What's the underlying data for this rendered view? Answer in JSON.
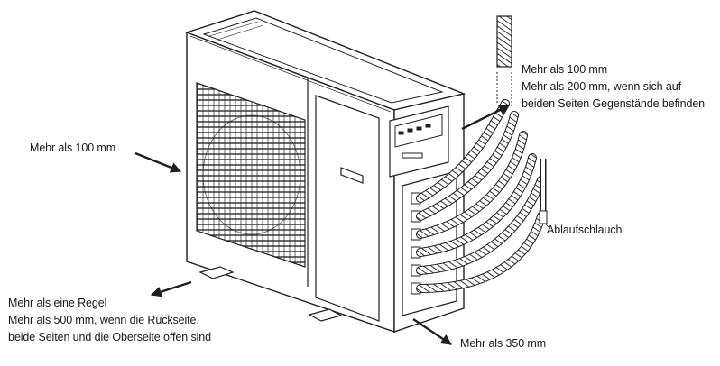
{
  "annotations": {
    "left": "Mehr als 100 mm",
    "top_right_1": "Mehr als 100 mm",
    "top_right_2": "Mehr als 200 mm, wenn sich auf",
    "top_right_3": "beiden Seiten Gegenstände befinden",
    "drain": "Ablaufschlauch",
    "rear_1": "Mehr als eine Regel",
    "rear_2": "Mehr als 500 mm, wenn die Rückseite,",
    "rear_3": "beide Seiten und die Oberseite offen sind",
    "front": "Mehr als 350 mm"
  },
  "colors": {
    "line": "#1f1f1f",
    "fill": "#ffffff",
    "grille": "#2a2a2a"
  }
}
